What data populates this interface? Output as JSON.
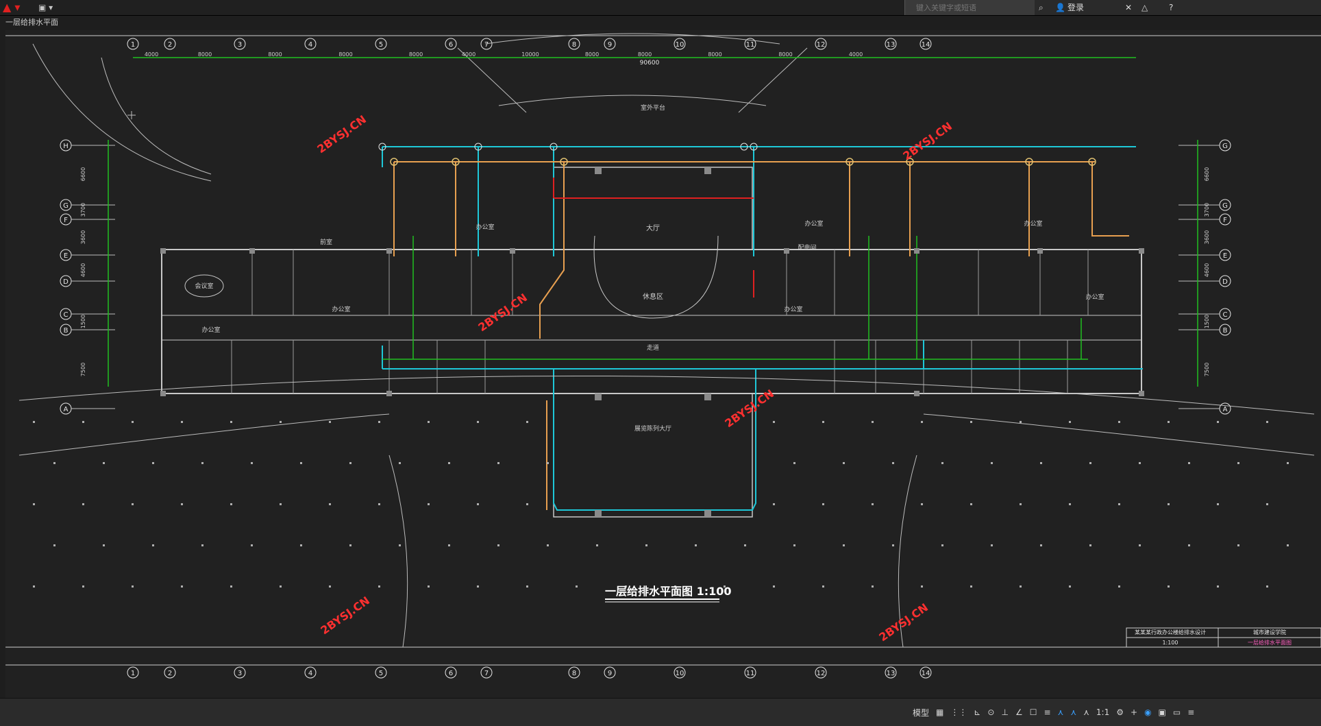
{
  "app": {
    "logo_icon": "autocad-a-logo-icon",
    "accent": "#e02020"
  },
  "document_tab": "一层给排水平面",
  "search": {
    "placeholder": "键入关键字或短语"
  },
  "toolbar": {
    "login_label": "登录",
    "help_label": "?"
  },
  "drawing": {
    "title": "一层给排水平面图 1:100",
    "watermark": "2BYSJ.CN",
    "grid_top": [
      "1",
      "2",
      "3",
      "4",
      "5",
      "6",
      "7",
      "8",
      "9",
      "10",
      "11",
      "12",
      "13",
      "14"
    ],
    "grid_side_left": [
      "H",
      "G",
      "F",
      "E",
      "D",
      "C",
      "B",
      "A"
    ],
    "grid_side_right": [
      "G",
      "G",
      "F",
      "E",
      "D",
      "C",
      "B",
      "A"
    ],
    "dims_top": [
      "4000",
      "8000",
      "8000",
      "8000",
      "8000",
      "4000",
      "10000",
      "8000",
      "8000",
      "8000",
      "8000",
      "4000"
    ],
    "overall_dim": "90600",
    "dims_left": [
      "6600",
      "3700",
      "3600",
      "4600",
      "1500",
      "7500"
    ],
    "rooms": {
      "hall": "大厅",
      "lounge": "休息区",
      "meeting": "会议室",
      "office": "办公室",
      "front_desk": "前室",
      "distribution": "配电间",
      "exhibition": "展览陈列大厅",
      "outdoor": "室外平台",
      "corridor": "走道"
    },
    "title_block": {
      "school": "城市建设学院",
      "title": "某某某行政办公楼给排水设计",
      "sheet": "一层给排水平面图",
      "scale": "1:100"
    }
  },
  "status": {
    "model_label": "模型",
    "scale_label": "1:1"
  },
  "colors": {
    "pipe_cyan": "#1ec8d8",
    "pipe_orange": "#e8a050",
    "pipe_green": "#20c020",
    "pipe_red": "#e02020",
    "wall": "#c8c8c8",
    "grid_green": "#20c020",
    "watermark": "#ff3030"
  }
}
